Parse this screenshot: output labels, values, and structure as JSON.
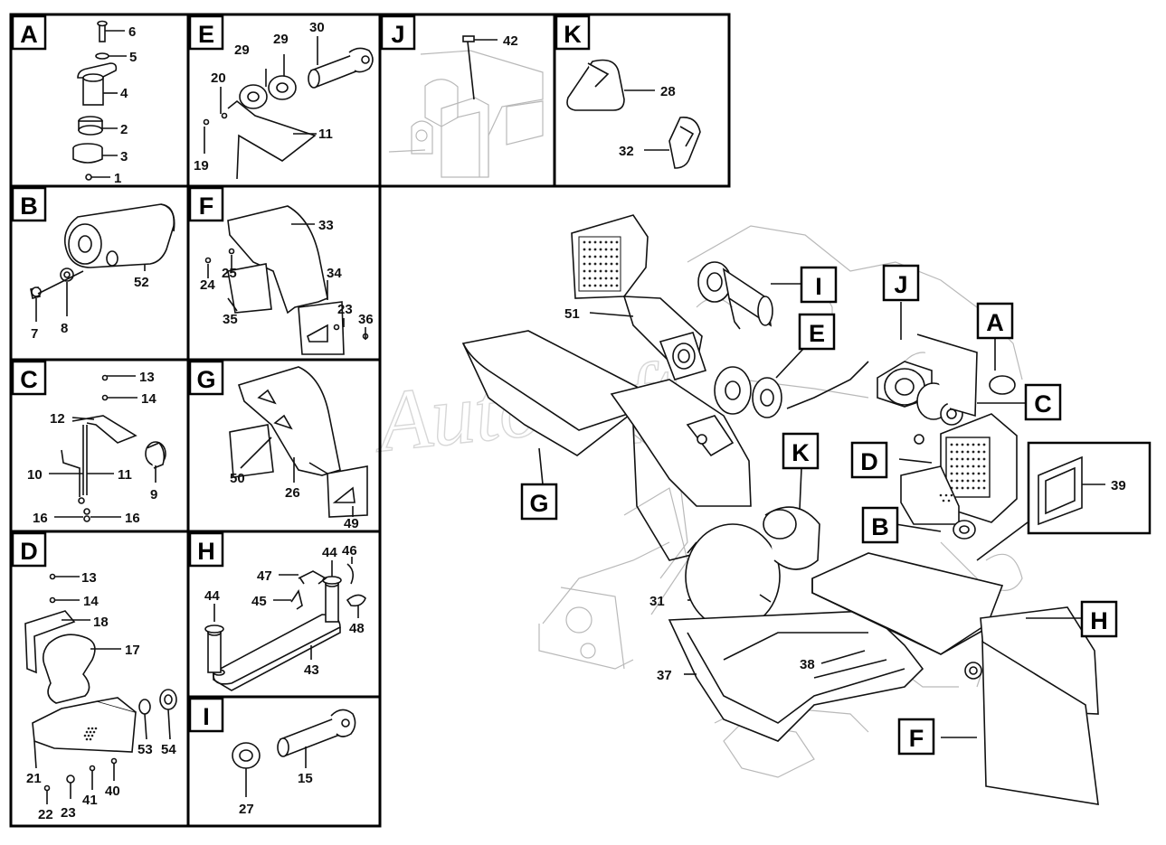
{
  "watermark": "AutoSoft",
  "panels": {
    "A": {
      "letter": "A",
      "callouts": [
        "6",
        "5",
        "4",
        "2",
        "3",
        "1"
      ]
    },
    "E": {
      "letter": "E",
      "callouts": [
        "29",
        "29",
        "30",
        "20",
        "11",
        "19"
      ]
    },
    "J": {
      "letter": "J",
      "callouts": [
        "42"
      ]
    },
    "K": {
      "letter": "K",
      "callouts": [
        "28",
        "32"
      ]
    },
    "B": {
      "letter": "B",
      "callouts": [
        "52",
        "7",
        "8"
      ]
    },
    "F": {
      "letter": "F",
      "callouts": [
        "33",
        "25",
        "24",
        "34",
        "35",
        "23",
        "36"
      ]
    },
    "C": {
      "letter": "C",
      "callouts": [
        "13",
        "14",
        "12",
        "10",
        "11",
        "9",
        "16",
        "16"
      ]
    },
    "G": {
      "letter": "G",
      "callouts": [
        "50",
        "26",
        "49"
      ]
    },
    "D": {
      "letter": "D",
      "callouts": [
        "13",
        "14",
        "18",
        "17",
        "53",
        "54",
        "21",
        "40",
        "41",
        "23",
        "22"
      ]
    },
    "H": {
      "letter": "H",
      "callouts": [
        "44",
        "46",
        "47",
        "45",
        "48",
        "44",
        "43"
      ]
    },
    "I": {
      "letter": "I",
      "callouts": [
        "15",
        "27"
      ]
    }
  },
  "main": {
    "tags": [
      "I",
      "E",
      "J",
      "A",
      "C",
      "D",
      "K",
      "G",
      "B",
      "H",
      "F"
    ],
    "callouts": [
      "51",
      "39",
      "31",
      "38",
      "37"
    ]
  }
}
